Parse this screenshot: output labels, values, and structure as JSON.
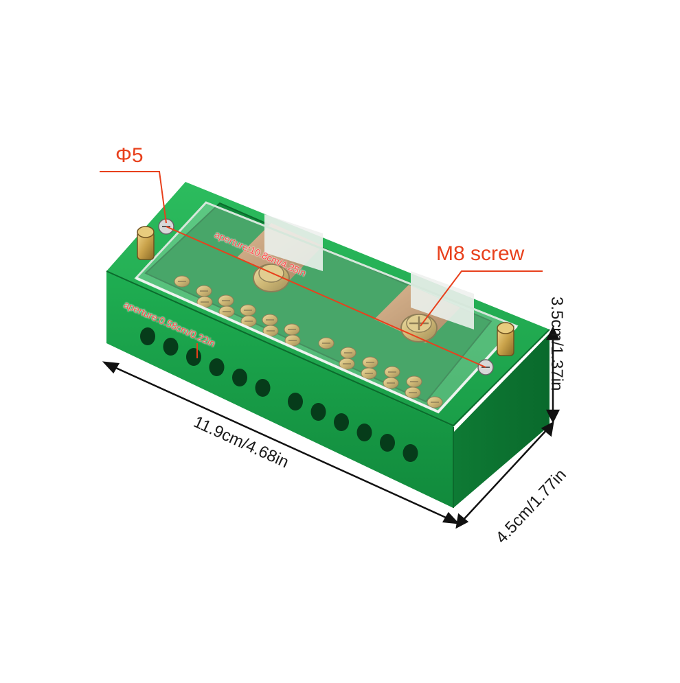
{
  "annotations": {
    "hole_diameter": "Φ5",
    "screw_type": "M8 screw",
    "aperture_long": "aperture:10.8cm/4.25in",
    "aperture_small": "aperture:0.58cm/0.22in"
  },
  "dimensions": {
    "length": "11.9cm/4.68in",
    "height": "3.5cm/1.37in",
    "depth": "4.5cm/1.77in"
  },
  "colors": {
    "body_green": "#17a34a",
    "body_dark": "#0c7a34",
    "accent_red": "#e8401c",
    "brass": "#c9a24a"
  }
}
